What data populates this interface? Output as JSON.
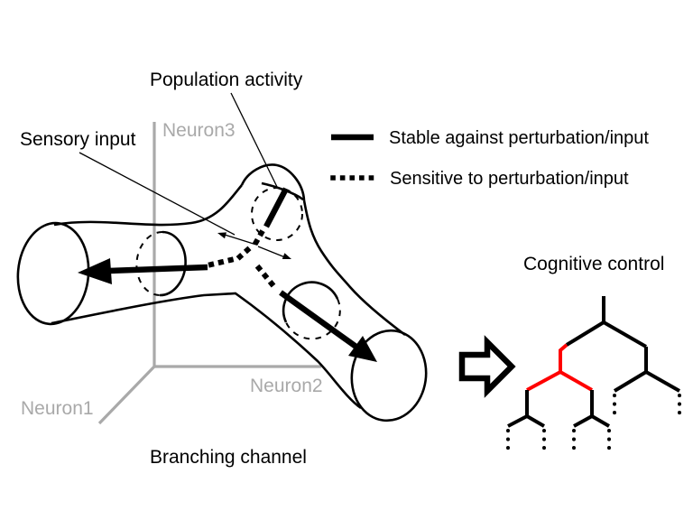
{
  "colors": {
    "background": "#ffffff",
    "line_black": "#000000",
    "highlight_red": "#ff0000",
    "axis_gray": "#a9a9a9"
  },
  "state_space_panel": {
    "population_activity_label": "Population activity",
    "sensory_input_label": "Sensory input",
    "caption": "Branching channel",
    "axes": {
      "neuron1": "Neuron1",
      "neuron2": "Neuron2",
      "neuron3": "Neuron3"
    }
  },
  "legend": {
    "stable": "Stable against perturbation/input",
    "sensitive": "Sensitive to perturbation/input"
  },
  "tree_panel": {
    "title": "Cognitive control"
  }
}
